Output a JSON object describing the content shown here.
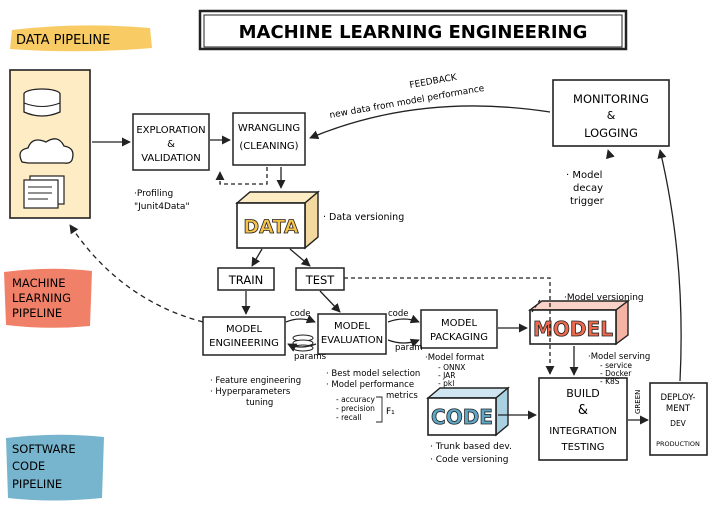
{
  "title": "MACHINE LEARNING ENGINEERING",
  "sections": {
    "data_pipeline": "DATA PIPELINE",
    "ml_pipeline": [
      "MACHINE",
      "LEARNING",
      "PIPELINE"
    ],
    "code_pipeline": [
      "SOFTWARE",
      "CODE",
      "PIPELINE"
    ]
  },
  "colors": {
    "data_pipeline": "#f7c24a",
    "ml_pipeline": "#ee6a4f",
    "code_pipeline": "#5fa7c6",
    "data_pipeline_tint": "#fdecc4",
    "ml_tint": "#f9d2c8",
    "code_tint": "#cfe6f0"
  },
  "icons": [
    "database-icon",
    "cloud-icon",
    "documents-icon"
  ],
  "boxes": {
    "exploration": [
      "EXPLORATION",
      "&",
      "VALIDATION"
    ],
    "wrangling": [
      "WRANGLING",
      "(CLEANING)"
    ],
    "data": "DATA",
    "train": "TRAIN",
    "test": "TEST",
    "model_engineering": [
      "MODEL",
      "ENGINEERING"
    ],
    "model_evaluation": [
      "MODEL",
      "EVALUATION"
    ],
    "model_packaging": [
      "MODEL",
      "PACKAGING"
    ],
    "model": "MODEL",
    "code": "CODE",
    "build": [
      "BUILD",
      "&",
      "INTEGRATION",
      "TESTING"
    ],
    "deployment": [
      "DEPLOY-",
      "MENT",
      "DEV",
      "PRODUCTION"
    ],
    "monitoring": [
      "MONITORING",
      "&",
      "LOGGING"
    ]
  },
  "notes": {
    "feedback": "FEEDBACK",
    "feedback_sub": "new data from model performance",
    "profiling": [
      "·Profiling",
      "\"Junit4Data\""
    ],
    "data_versioning": "· Data versioning",
    "model_decay": [
      "· Model",
      "decay",
      "trigger"
    ],
    "model_versioning": "·Model versioning",
    "code_label_1": "code",
    "params_label_1": "params",
    "code_label_2": "code",
    "param_label_2": "param",
    "model_format": [
      "·Model format",
      "- ONNX",
      "- JAR",
      "- pkl"
    ],
    "model_serving": [
      "·Model serving",
      "- service",
      "- Docker",
      "- K8S"
    ],
    "feature_eng": [
      "· Feature engineering",
      "· Hyperparameters",
      "tuning"
    ],
    "best_model": [
      "· Best model selection",
      "· Model performance",
      "metrics"
    ],
    "metrics_list": [
      "- accuracy",
      "- precision",
      "- recall"
    ],
    "f1": "F₁",
    "trunk": [
      "· Trunk based dev.",
      "· Code versioning"
    ],
    "green": "GREEN"
  }
}
